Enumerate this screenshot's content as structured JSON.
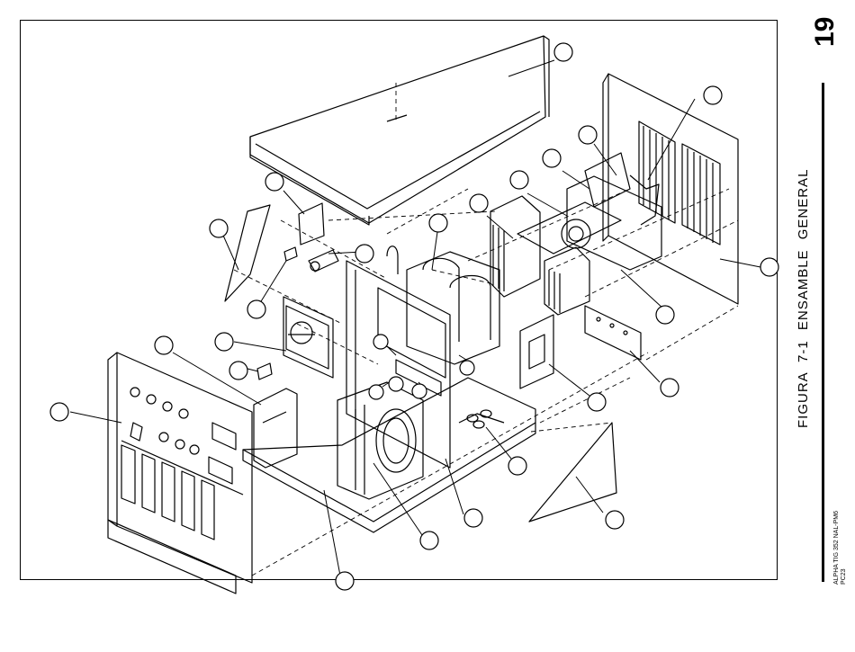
{
  "page": {
    "number": "19"
  },
  "figure": {
    "caption": "FIGURA 7-1   ENSAMBLE GENERAL"
  },
  "document": {
    "code_line1": "ALPHA TIG 352 NAL-PM6",
    "code_line2": "PC23"
  },
  "callouts": {
    "count": 29,
    "style": "empty circle with leader line"
  }
}
